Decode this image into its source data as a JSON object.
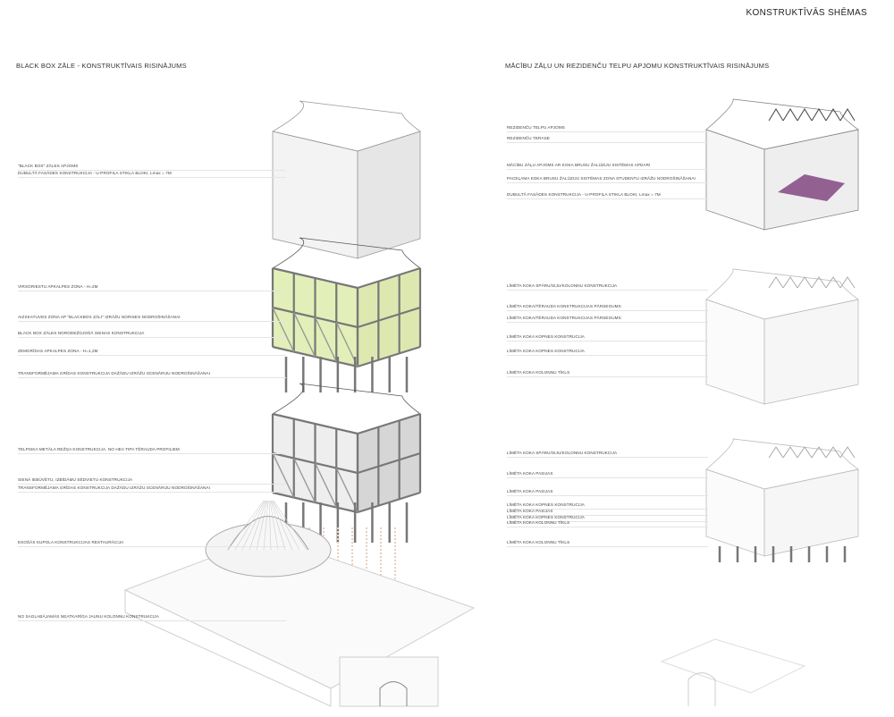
{
  "page_title": "KONSTRUKTĪVĀS SHĒMAS",
  "left": {
    "heading": "BLACK BOX ZĀLE - KONSTRUKTĪVAIS RISINĀJUMS",
    "labels": [
      "\"BLACK BOX\" ZĀLES APJOMS",
      "DUBULTĀ FASĀDES KONSTRUKCIJA - U-PROFILA STIKLA BLOKI, Lmax = 7M",
      "VIRSGRIESTU APKALPES ZONA - H=2M",
      "AIZSKATUVES ZONA AP \"BLACKBOX ZĀLI\" IZRĀŽU NORISES NODROŠINĀŠANAI",
      "BLACK BOX ZĀLES NORODEŽOJOŠĀ SIENAS KONSTRUKCIJA",
      "ZEMGRĪDAS APKALPES ZONA - H=1,2M",
      "TRANSFORMĒJAMA GRĪDAS KONSTRUKCIJA DAŽĀDU IZRĀŽU SCENĀRIJU NODROŠINĀŠANAI",
      "TELPISKA METĀLA REŽĢA KONSTRUKCIJA. NO HEA TIPA TĒRAUDA PROFILIEM",
      "SIENĀ IEBŪVĒTU, IZBĪDĀMU SĒDVIETU KONSTRUKCIJA",
      "TRANSFORMĒJAMA GRĪDAS KONSTRUKCIJA DAŽĀDU IZRĀŽU SCENĀRIJU NODROŠINĀŠANAI",
      "ESOŠĀS KUPOLA KONSTRUKCIJAS RESTAURĀCIJA",
      "NO SAGLABĀJAMĀS NEATKARĪGA JAUNU KOLONNU KONSTRUKCIJA"
    ]
  },
  "right": {
    "heading": "MĀCĪBU ZĀĻU UN REZIDENČU TELPU APJOMU KONSTRUKTĪVAIS RISINĀJUMS",
    "labels": [
      "REZIDENČU TELPU APJOMS",
      "REZIDENČU TERASE",
      "MĀCĪBU ZĀĻU APJOMS AR KOKA BRUSU ŽALŪZIJU SISTĒMAS APDARI",
      "PACEĻAMA KOKA BRUSU ŽALŪZIJU SISTĒMAS ZONA STUDENTU IZRĀŽU NODROŠINĀŠANAI",
      "DUBULTĀ FASĀDES KONSTRUKCIJA - U-PROFILA STIKLA BLOKI, Lmax = 7M",
      "LĪMĒTA KOKA SPĀRU/SIJU/KOLONNU KONSTRUKCIJA",
      "LĪMĒTA KOKA/TĒRAUDA KONSTRUKCIJAS PĀRSEGUMS",
      "LĪMĒTA KOKA/TĒRAUDA KONSTRUKCIJAS PĀRSEGUMS",
      "LĪMĒTA KOKA KOPNES KONSTRUCIJA",
      "LĪMĒTA KOKA KOPNES KONSTRUCIJA",
      "LĪMĒTA KOKA KOLONNU TĪKLS",
      "LĪMĒTA KOKA SPĀRU/SIJU/KOLONNU KONSTRUKCIJA",
      "LĪMĒTA KOKA PASIJAS",
      "LĪMĒTA KOKA PASIJAS",
      "LĪMĒTA KOKA KOPNES KONSTRUCIJA",
      "LĪMĒTA KOKA PASIJAS",
      "LĪMĒTA KOKA KOPNES KONSTRUCIJA",
      "LĪMĒTA KOKA KOLONNU TĪKLS",
      "LĪMĒTA KOKA KOLONNU TĪKLS"
    ]
  },
  "colors": {
    "acoustic_zone": "#e3efb8",
    "stroke": "#555555",
    "ghost": "#cfcfcf",
    "column_hint": "#e8cfc0",
    "accent_purple": "#7b3d7a"
  }
}
